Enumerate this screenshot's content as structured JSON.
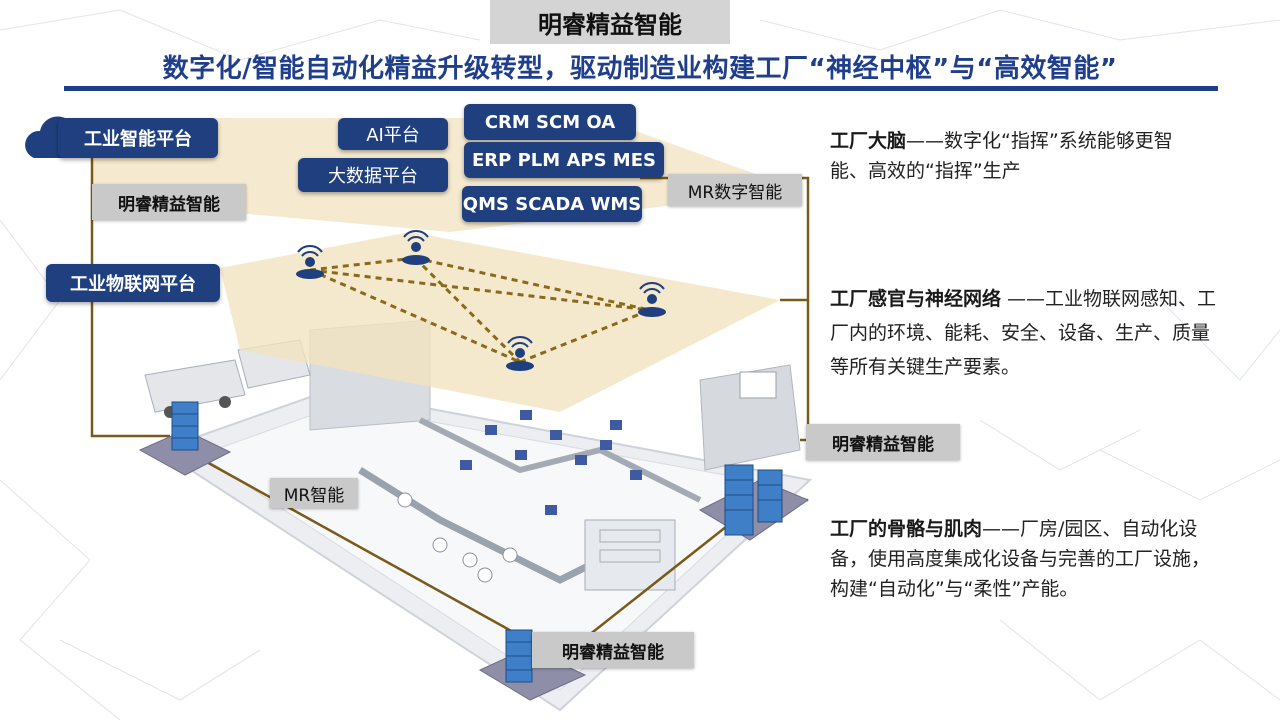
{
  "header": {
    "title": "明睿精益智能",
    "subtitle": "数字化/智能自动化精益升级转型，驱动制造业构建工厂“神经中枢”与“高效智能”"
  },
  "platforms": {
    "industrial_ai": "工业智能平台",
    "industrial_iot": "工业物联网平台",
    "ai": "AI平台",
    "big_data": "大数据平台"
  },
  "systems": {
    "row1": "CRM  SCM  OA",
    "row2": "ERP  PLM  APS MES",
    "row3": "QMS SCADA WMS"
  },
  "brand_tags": {
    "left": "明睿精益智能",
    "mr_digital": "MR数字智能",
    "right": "明睿精益智能",
    "mr_smart": "MR智能",
    "bottom": "明睿精益智能"
  },
  "descriptions": {
    "brain": {
      "heading": "工厂大脑",
      "text": "——数字化“指挥”系统能够更智能、高效的“指挥”生产"
    },
    "senses": {
      "heading": "工厂感官与神经网络",
      "text": " ——工业物联网感知、工厂内的环境、能耗、安全、设备、生产、质量等所有关键生产要素。"
    },
    "bones": {
      "heading": "工厂的骨骼与肌肉",
      "text": "——厂房/园区、自动化设备，使用高度集成化设备与完善的工厂设施，构建“自动化”与“柔性”产能。"
    }
  },
  "colors": {
    "navy": "#1f3f7f",
    "title_blue": "#1f3e8c",
    "plane_tan": "#f1e3bf",
    "connector_brown": "#7a5a1a"
  },
  "icons": [
    "wireless-sensor-icon",
    "server-stack-icon",
    "cloud-icon"
  ]
}
